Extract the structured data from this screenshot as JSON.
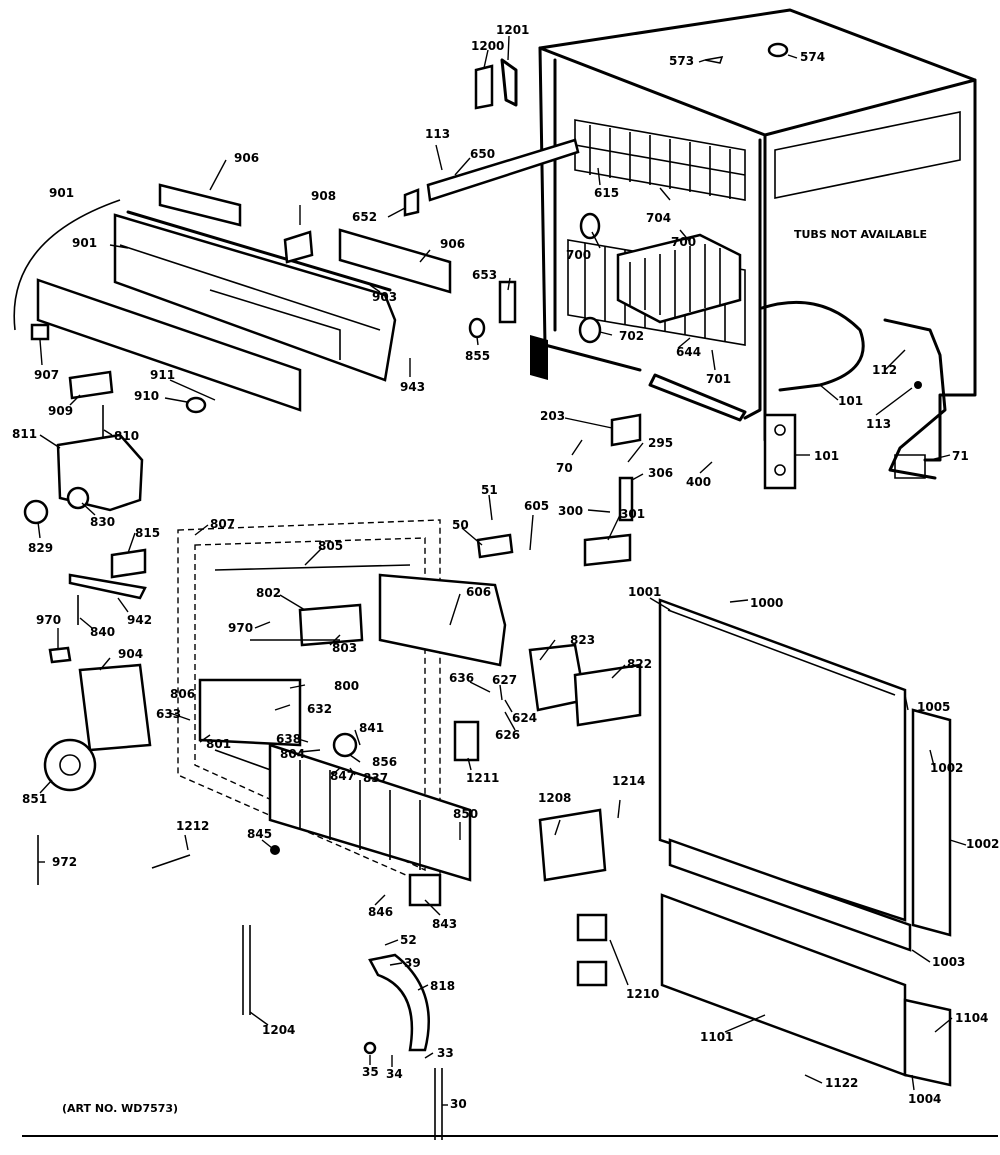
{
  "diagram": {
    "notes": {
      "tubs": "TUBS NOT AVAILABLE",
      "art_no": "(ART NO. WD7573)"
    },
    "callouts": {
      "c1201": "1201",
      "c1200": "1200",
      "c573": "573",
      "c574": "574",
      "c113a": "113",
      "c650": "650",
      "c906a": "906",
      "c908": "908",
      "c901a": "901",
      "c901b": "901",
      "c652": "652",
      "c906b": "906",
      "c903": "903",
      "c615": "615",
      "c704": "704",
      "c700": "700",
      "c700b": "700",
      "c653": "653",
      "c702": "702",
      "c644": "644",
      "c701": "701",
      "c855": "855",
      "c907": "907",
      "c911": "911",
      "c943": "943",
      "c909": "909",
      "c910": "910",
      "c810": "810",
      "c811": "811",
      "c830": "830",
      "c829": "829",
      "c112": "112",
      "c113b": "113",
      "c101a": "101",
      "c101b": "101",
      "c71": "71",
      "c203": "203",
      "c70": "70",
      "c295": "295",
      "c306": "306",
      "c400": "400",
      "c300": "300",
      "c51": "51",
      "c605": "605",
      "c50": "50",
      "c301": "301",
      "c807": "807",
      "c805": "805",
      "c815": "815",
      "c802": "802",
      "c606": "606",
      "c942": "942",
      "c840": "840",
      "c970a": "970",
      "c970b": "970",
      "c803": "803",
      "c904": "904",
      "c823": "823",
      "c822": "822",
      "c1001": "1001",
      "c1000": "1000",
      "c800": "800",
      "c636": "636",
      "c627": "627",
      "c806": "806",
      "c633": "633",
      "c632": "632",
      "c801": "801",
      "c624": "624",
      "c626": "626",
      "c841": "841",
      "c1005": "1005",
      "c638": "638",
      "c804": "804",
      "c856": "856",
      "c847": "847",
      "c837": "837",
      "c1211": "1211",
      "c1002a": "1002",
      "c851": "851",
      "c1214": "1214",
      "c1208": "1208",
      "c850": "850",
      "c1002b": "1002",
      "c1212": "1212",
      "c845": "845",
      "c972": "972",
      "c846": "846",
      "c843": "843",
      "c1003": "1003",
      "c52": "52",
      "c39": "39",
      "c1210": "1210",
      "c818": "818",
      "c1204": "1204",
      "c1101": "1101",
      "c1104": "1104",
      "c35": "35",
      "c34": "34",
      "c33": "33",
      "c1122": "1122",
      "c1004": "1004",
      "c30": "30"
    }
  }
}
